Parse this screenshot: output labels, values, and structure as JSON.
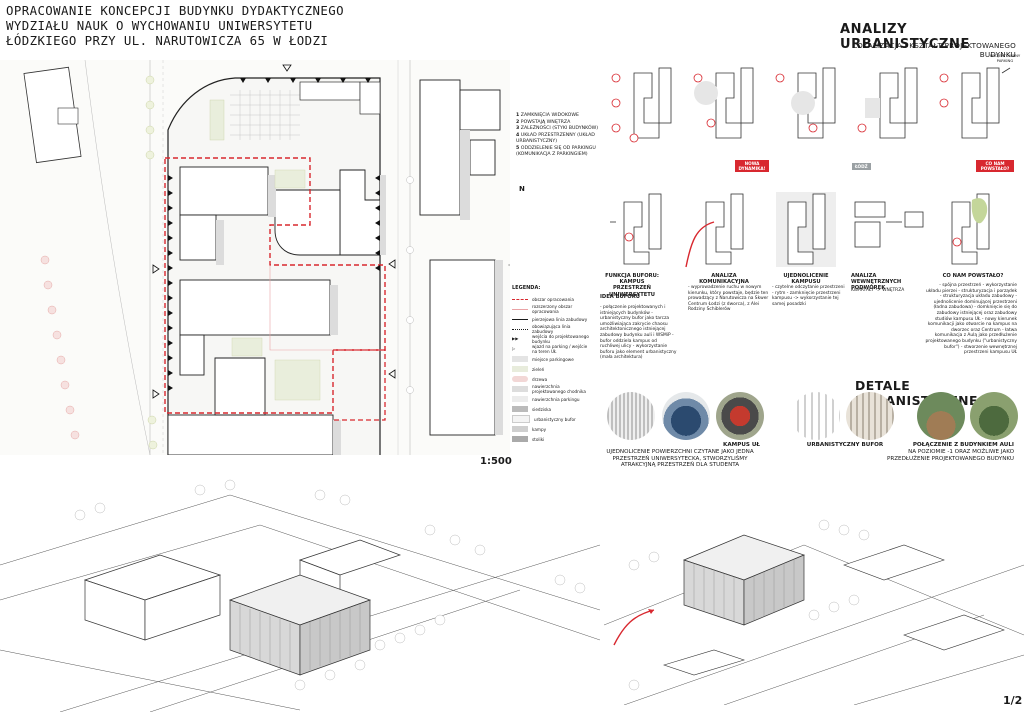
{
  "title": {
    "line1": "OPRACOWANIE KONCEPCJI BUDYNKU DYDAKTYCZNEGO",
    "line2": "WYDZIAŁU NAUK O WYCHOWANIU UNIWERSYTETU",
    "line3": "ŁÓDZKIEGO PRZY UL. NARUTOWICZA 65 W ŁODZI"
  },
  "site_plan": {
    "scale": "1:500",
    "north": "N",
    "legend_list": [
      {
        "num": "1",
        "text": "ZAMKNIĘCIA WIDOKOWE"
      },
      {
        "num": "2",
        "text": "POWSTAJĄ WNĘTRZA"
      },
      {
        "num": "3",
        "text": "ZALEŻNOŚCI (STYKI BUDYNKÓW)"
      },
      {
        "num": "4",
        "text": "UKŁAD PRZESTRZENNY (UKŁAD URBANISTYCZNY)"
      },
      {
        "num": "5",
        "text": "ODDZIELENIE SIĘ OD PARKINGU (KOMUNIKACJA Z PARKINGIEM)"
      }
    ],
    "legend_title": "LEGENDA:",
    "legend": [
      {
        "label": "obszar opracowania",
        "color": "#d8282f",
        "style": "dashed"
      },
      {
        "label": "rozszerzony obszar opracowania",
        "color": "#e9a2a5",
        "style": "thin"
      },
      {
        "label": "pierzejowa linia zabudowy",
        "color": "#1a1a1a",
        "style": "solid"
      },
      {
        "label": "obowiązująca linia zabudowy",
        "color": "#1a1a1a",
        "style": "arrows"
      },
      {
        "label": "wejścia do projektowanego budynku",
        "color": "#1a1a1a",
        "style": "triangles"
      },
      {
        "label": "wjazd na parking / wejście na teren UŁ",
        "color": "#1a1a1a",
        "style": "triangle"
      },
      {
        "label": "miejsce parkingowe",
        "color": "#e4e4e4",
        "style": "fill"
      },
      {
        "label": "zieleń",
        "color": "#e8ecdc",
        "style": "fill"
      },
      {
        "label": "drzewa",
        "color": "#f2d7d6",
        "style": "circles"
      },
      {
        "label": "nawierzchnia projektowanego chodnika",
        "color": "#dddddd",
        "style": "fill"
      },
      {
        "label": "nawierzchnia parkingu",
        "color": "#ececec",
        "style": "fill"
      },
      {
        "label": "siedziska",
        "color": "#bbbbbb",
        "style": "fill"
      },
      {
        "label": "urbanistyczny bufor",
        "color": "#f4f4f4",
        "style": "fill"
      },
      {
        "label": "kampy",
        "color": "#cfcfcf",
        "style": "fill"
      },
      {
        "label": "stoliki",
        "color": "#aaaaaa",
        "style": "fill"
      }
    ]
  },
  "analyses": {
    "title": "ANALIZY URBANISTYCZNE",
    "subtitle": "LOKALIZACJA I KSZTAŁT PROJEKTOWANEGO BUDYNKU",
    "parking_label": "PROJEKTOWANY PARKING",
    "tags": {
      "nowa_dynamika": "NOWA DYNAMIKA!",
      "lodz": "ŁÓDŹ",
      "co_nam_powstalo": "CO NAM POWSTAŁO?"
    },
    "items": [
      {
        "heading": "FUNKCJA BUFORU: KAMPUS PRZESTRZEŃ UNIWERSYTETU",
        "subheading": "IDEA BUFORU",
        "body": "- połączenie projektowanych i istniejących budynków - urbanistyczny bufor jako tarcza umożliwiająca zakrycie chaosu architektonicznego istniejącej zabudowy budynku auli i WSMiP - bufor oddziela kampus od ruchliwej ulicy - wykorzystanie buforu jako element urbanistyczny (mała architektura)"
      },
      {
        "heading": "ANALIZA KOMUNIKACYJNA",
        "subheading": "",
        "body": "- wyprowadzenie ruchu w nowym kierunku, który powstaje, będzie ten prowadzący z Narutowicza na Skwer Centrum Łodzi (z dworca), z Alei Rodziny Schiblerów"
      },
      {
        "heading": "UJEDNOLICENIE KAMPUSU",
        "subheading": "",
        "body": "- czytelne odczytanie przestrzeni - rytm - zamknięcie przestrzeni kampusu -> wykorzystanie tej samej posadzki"
      },
      {
        "heading": "ANALIZA WEWNĘTRZNYCH PODWÓREK",
        "subheading": "",
        "body": "KWARTAŁY -> WNĘTRZA"
      },
      {
        "heading": "CO NAM POWSTAŁO?",
        "subheading": "",
        "body": "- spójna przestrzeń - wykorzystanie układu pierzei - strukturyzacja i porządek - strukturyzacja układu zabudowy - ujednolicenie dominującej przestrzeni (ładna zabudowa) - domknięcie się do zabudowy istniejącej oraz zabudowy studiów kampusu UŁ - nowy kierunek komunikacji jako otwarcie na kampus na dworzec oraz Centrum - łatwa komunikacja z Aulą jako przedłużenie projektowanego budynku (\"urbanistyczny bufor\") - stworzenie wewnętrznej przestrzeni kampusu UŁ"
      }
    ]
  },
  "details": {
    "title": "DETALE URBANISTYCZNE",
    "items": [
      {
        "heading": "KAMPUS UŁ",
        "text": "UJEDNOLICENIE POWIERZCHNI CZYTANE JAKO JEDNA PRZESTRZEŃ UNIWERSYTECKA, STWORZYLIŚMY ATRAKCYJNĄ PRZESTRZEŃ DLA STUDENTA"
      },
      {
        "heading": "URBANISTYCZNY BUFOR",
        "text": ""
      },
      {
        "heading": "POŁĄCZENIE Z BUDYNKIEM AULI",
        "text": "NA POZIOMIE -1 ORAZ MOŻLIWE JAKO PRZEDŁUŻENIE PROJEKTOWANEGO BUDYNKU"
      }
    ]
  },
  "page_number": "1/2",
  "colors": {
    "accent_red": "#d8282f",
    "pink_tree": "#f2d7d6",
    "building_fill": "#ffffff",
    "shadow": "#d6d6d6"
  }
}
